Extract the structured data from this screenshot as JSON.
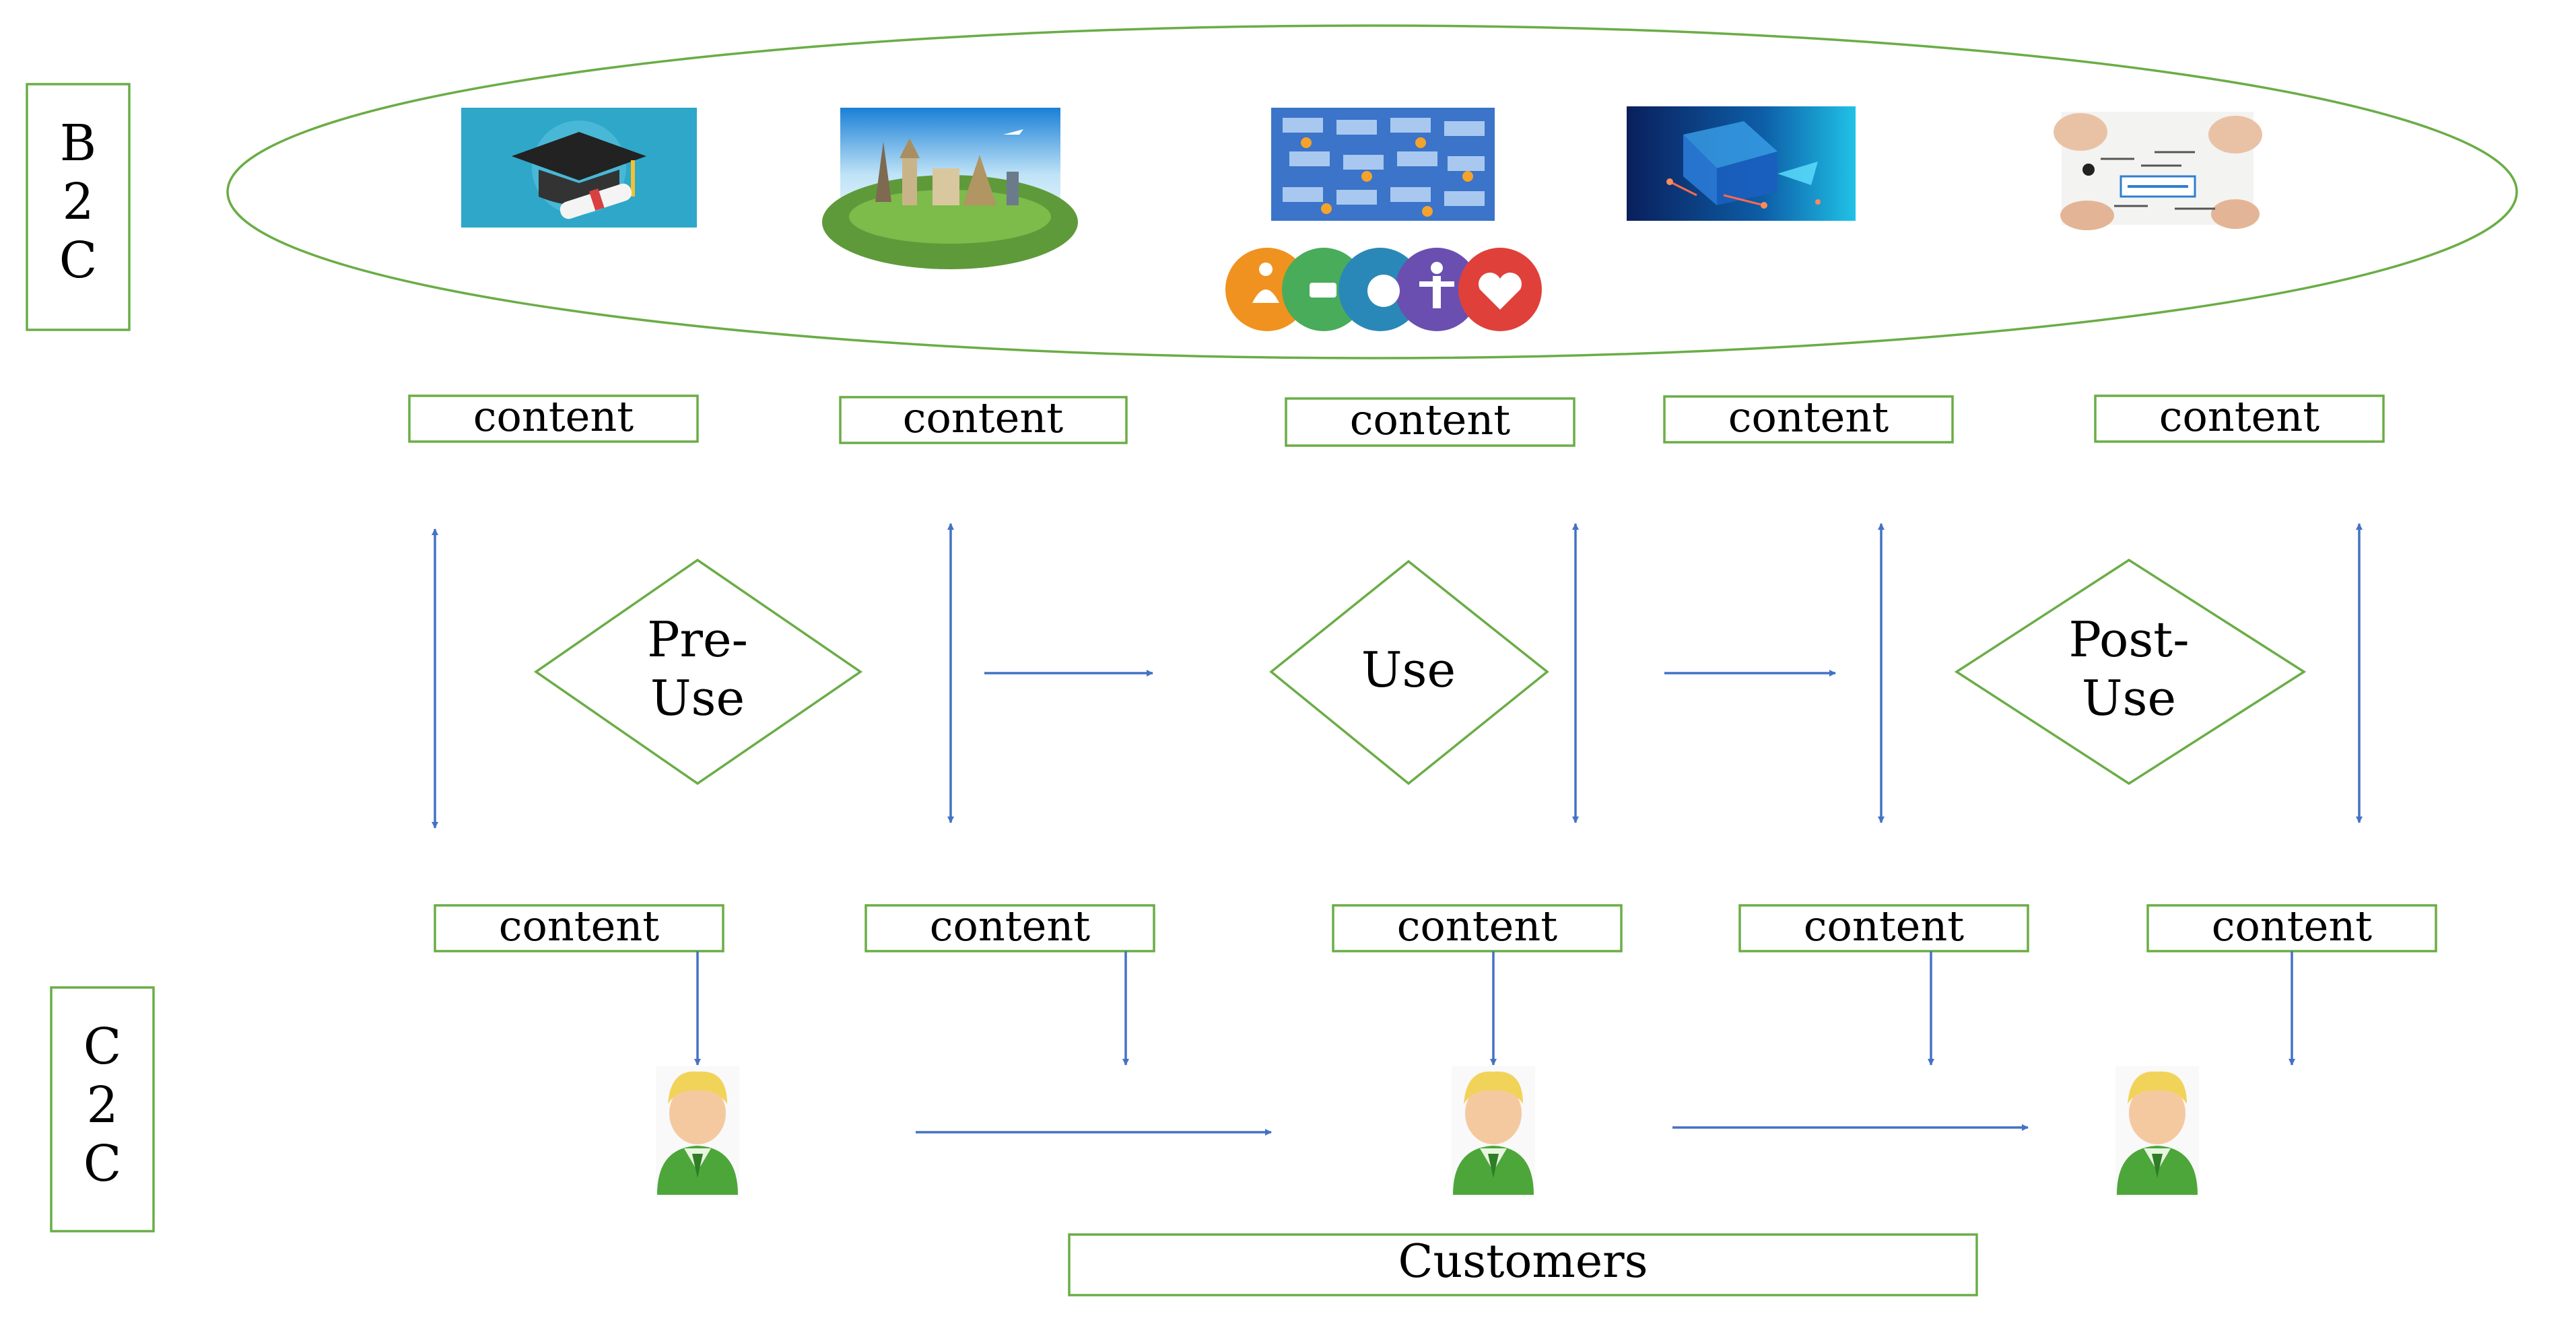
{
  "side_labels": {
    "b2c": [
      "B",
      "2",
      "C"
    ],
    "c2c": [
      "C",
      "2",
      "C"
    ]
  },
  "top_content_boxes": [
    "content",
    "content",
    "content",
    "content",
    "content"
  ],
  "bottom_content_boxes": [
    "content",
    "content",
    "content",
    "content",
    "content"
  ],
  "stages": {
    "pre_use": [
      "Pre-",
      "Use"
    ],
    "use": [
      "Use"
    ],
    "post_use": [
      "Post-",
      "Use"
    ]
  },
  "customers_label": "Customers",
  "colors": {
    "green": "#6aad46",
    "blue": "#4472c4"
  },
  "images": [
    "graduation-cap-image",
    "world-travel-image",
    "smart-factory-image",
    "digital-tech-image",
    "storytelling-image",
    "wellness-icons-image"
  ],
  "icons": [
    "customer-avatar-icon"
  ]
}
